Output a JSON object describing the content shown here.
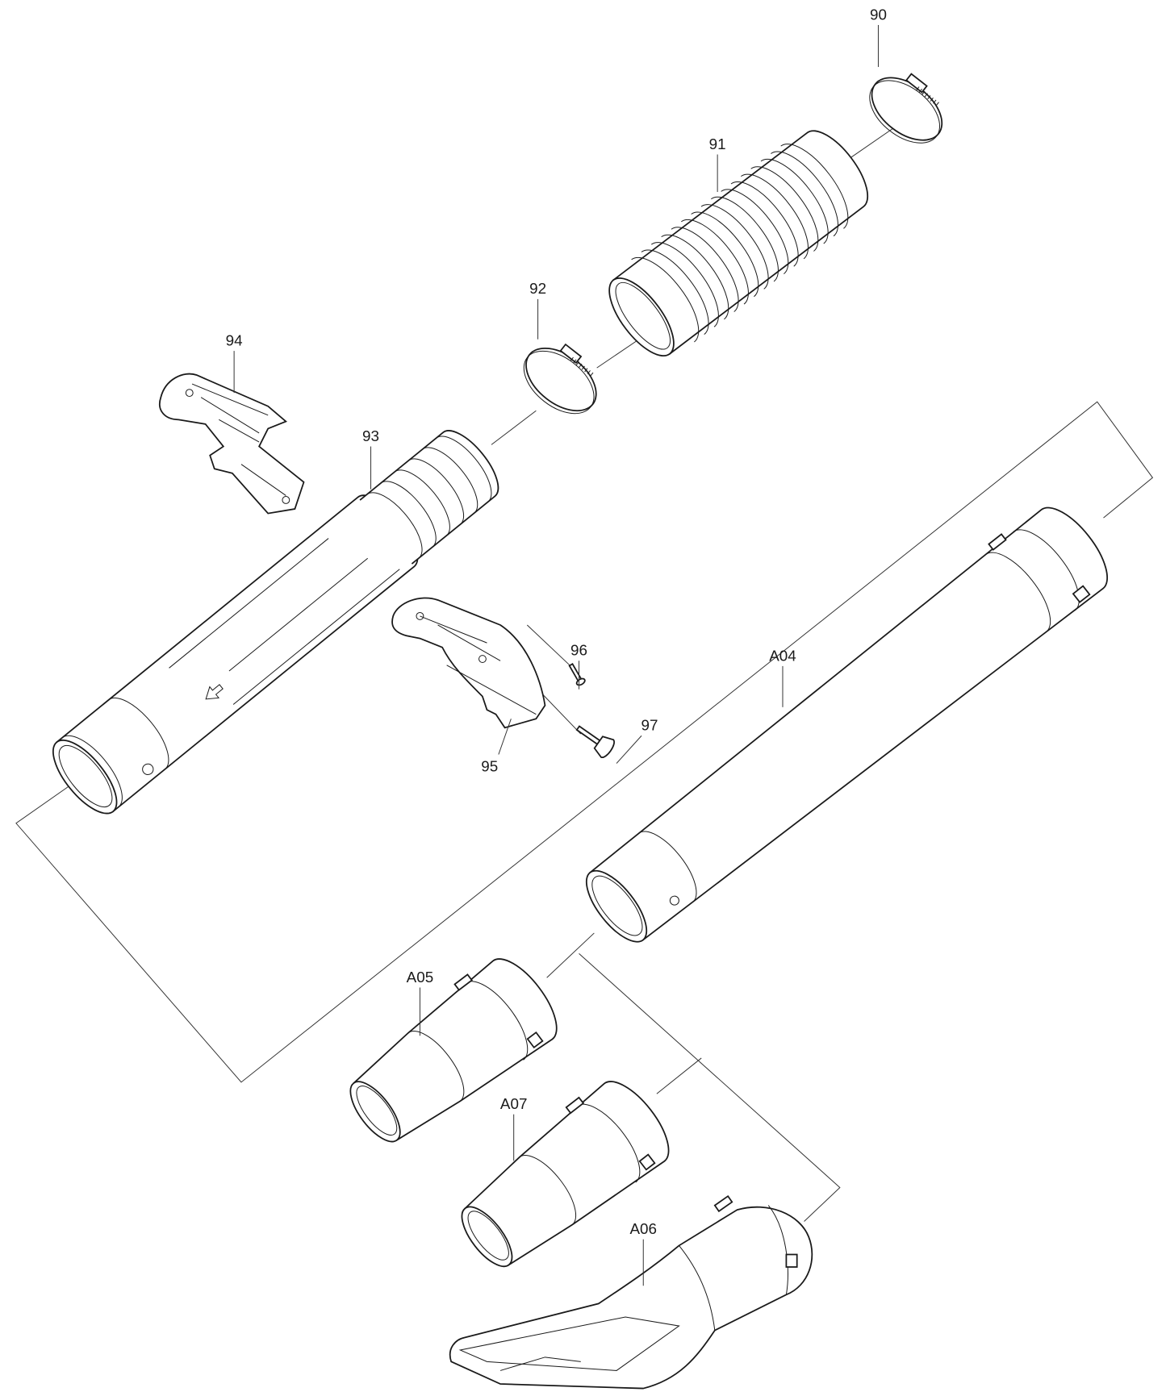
{
  "diagram": {
    "type": "exploded parts diagram",
    "line_color": "#1a1a1a",
    "background": "#ffffff",
    "callouts": {
      "p90": "90",
      "p91": "91",
      "p92": "92",
      "p93": "93",
      "p94": "94",
      "p95": "95",
      "p96": "96",
      "p97": "97",
      "a04": "A04",
      "a05": "A05",
      "a06": "A06",
      "a07": "A07"
    }
  }
}
